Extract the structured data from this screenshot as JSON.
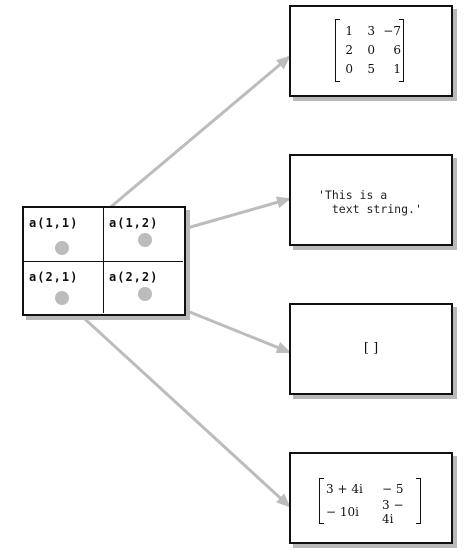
{
  "cells": [
    {
      "label": "a(1,1)"
    },
    {
      "label": "a(1,2)"
    },
    {
      "label": "a(2,1)"
    },
    {
      "label": "a(2,2)"
    }
  ],
  "targets": {
    "numeric_matrix": {
      "rows": [
        [
          "1",
          "3",
          "−7"
        ],
        [
          "2",
          "0",
          "6"
        ],
        [
          "0",
          "5",
          "1"
        ]
      ]
    },
    "text_string": {
      "line1": "'This is a",
      "line2": "text string.'"
    },
    "empty_array": {
      "text": "[ ]"
    },
    "complex_matrix": {
      "rows": [
        [
          "3 + 4i",
          "− 5"
        ],
        [
          "− 10i",
          "3 − 4i"
        ]
      ]
    }
  },
  "colors": {
    "arrow": "#bcbcbc",
    "border": "#111111",
    "shadow": "#b9b9b9"
  }
}
